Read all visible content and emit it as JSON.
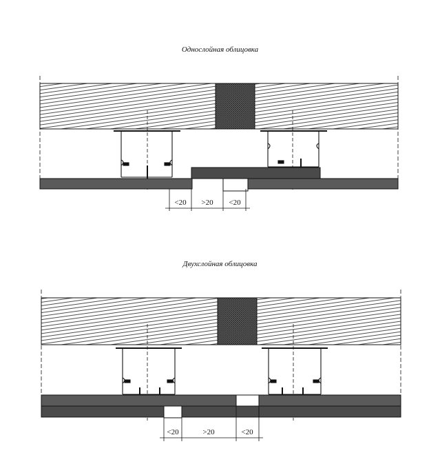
{
  "diagrams": [
    {
      "title": "Однослойная облицовка",
      "dimensions": [
        "<20",
        ">20",
        "<20"
      ]
    },
    {
      "title": "Двухслойная облицовка",
      "dimensions": [
        "<20",
        ">20",
        "<20"
      ]
    }
  ],
  "colors": {
    "line": "#111111",
    "board_fill": "#5a5a5a",
    "joint_fill": "#3a3a3a",
    "background": "#ffffff"
  }
}
